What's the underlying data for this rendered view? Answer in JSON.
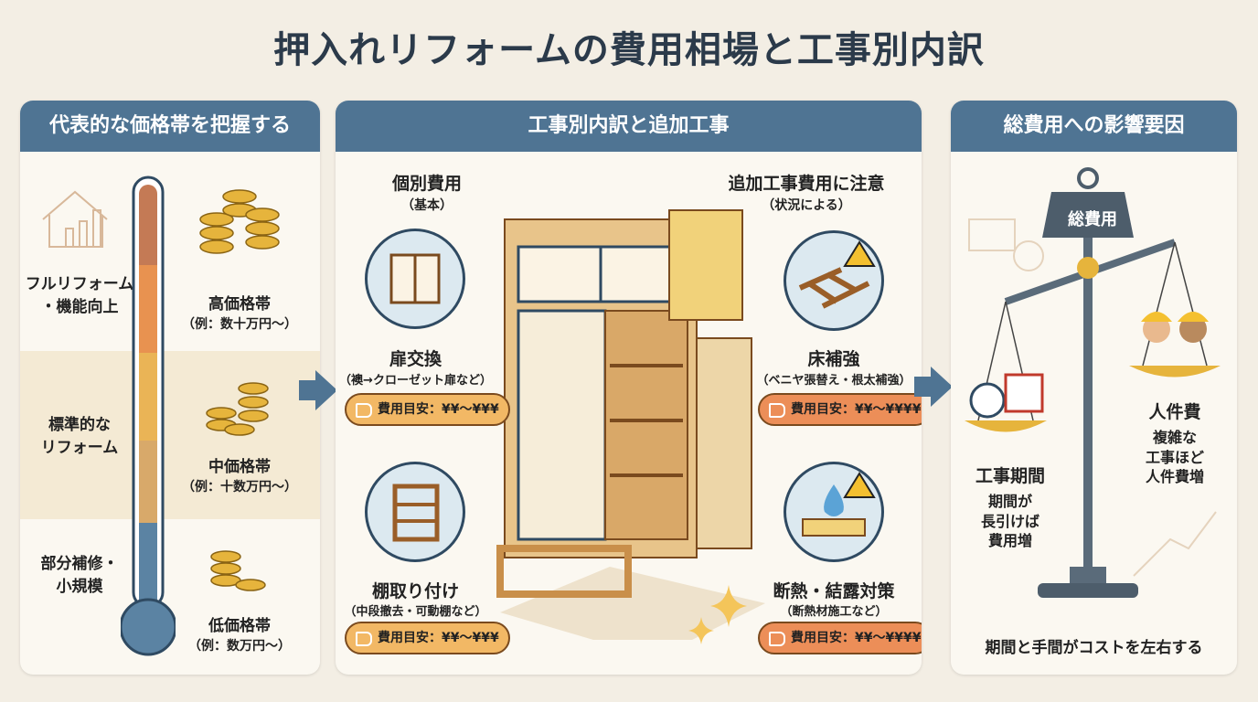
{
  "title": "押入れリフォームの費用相場と工事別内訳",
  "left": {
    "header": "代表的な価格帯を把握する",
    "levels": [
      {
        "scope": "フルリフォーム\n・機能向上",
        "band": "高価格帯",
        "example": "（例：数十万円～）"
      },
      {
        "scope": "標準的な\nリフォーム",
        "band": "中価格帯",
        "example": "（例：十数万円～）"
      },
      {
        "scope": "部分補修・\n小規模",
        "band": "低価格帯",
        "example": "（例：数万円～）"
      }
    ],
    "thermometer_colors": [
      "#c47a55",
      "#e89250",
      "#eab456",
      "#d8a96a",
      "#5b83a3"
    ]
  },
  "middle": {
    "header": "工事別内訳と追加工事",
    "basic_title": "個別費用",
    "basic_sub": "（基本）",
    "extra_title": "追加工事費用に注意",
    "extra_sub": "（状況による）",
    "items": [
      {
        "name": "扉交換",
        "detail": "（襖→クローゼット扉など）",
        "cost": "費用目安：¥¥～¥¥¥",
        "tag_color": "#f2b865",
        "icon": "sliding-door-icon"
      },
      {
        "name": "棚取り付け",
        "detail": "（中段撤去・可動棚など）",
        "cost": "費用目安：¥¥～¥¥¥",
        "tag_color": "#f2b865",
        "icon": "shelf-icon"
      },
      {
        "name": "床補強",
        "detail": "（ベニヤ張替え・根太補強）",
        "cost": "費用目安：¥¥～¥¥¥¥",
        "tag_color": "#ec8e58",
        "icon": "floor-joist-icon"
      },
      {
        "name": "断熱・結露対策",
        "detail": "（断熱材施工など）",
        "cost": "費用目安：¥¥～¥¥¥¥",
        "tag_color": "#ec8e58",
        "icon": "water-drop-icon"
      }
    ]
  },
  "right": {
    "header": "総費用への影響要因",
    "weight_label": "総費用",
    "left_factor": "工事期間",
    "left_desc": "期間が\n長引けば\n費用増",
    "right_factor": "人件費",
    "right_desc": "複雑な\n工事ほど\n人件費増",
    "footer": "期間と手間がコストを左右する"
  }
}
